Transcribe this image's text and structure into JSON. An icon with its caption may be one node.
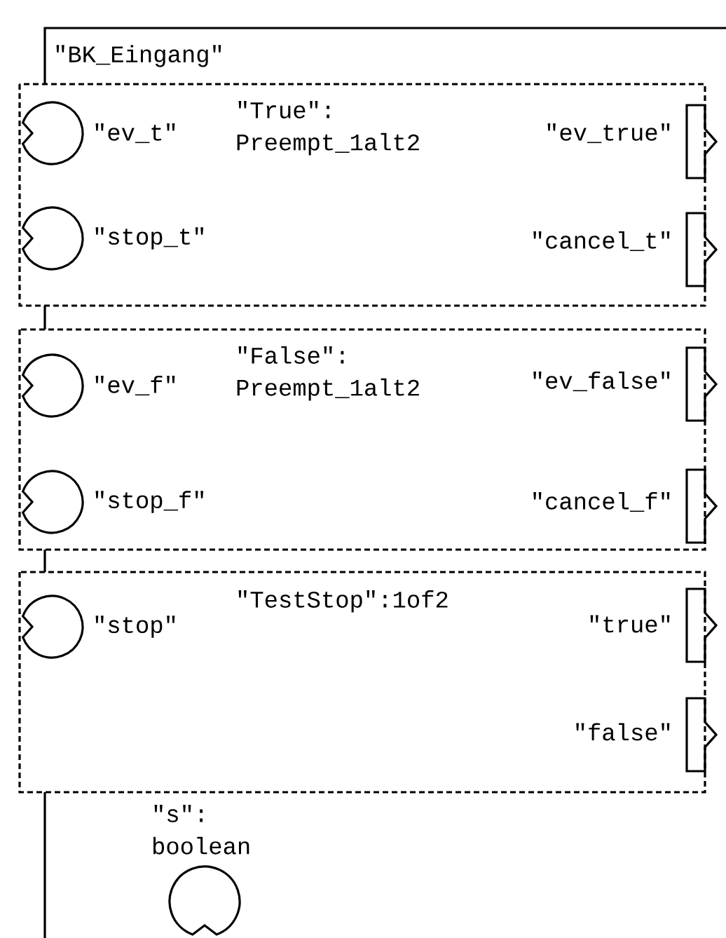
{
  "diagram": {
    "nodes": [
      {
        "text": [
          "\"BK_Eingang\""
        ]
      },
      {
        "text": [
          "\"True\": Preempt_1alt2"
        ],
        "in": 0
      },
      {
        "text": [],
        "shape": "circle",
        "beside": [
          "\"ev_t\""
        ],
        "in": 1
      },
      {
        "text": [],
        "shape": "bracket",
        "beside": [
          "\"ev_true\""
        ],
        "in": 1
      },
      {
        "text": [],
        "shape": "circle",
        "beside": [
          "\"stop_t\""
        ],
        "in": 1
      },
      {
        "text": [],
        "shape": "bracket",
        "beside": [
          "\"cancel_t\""
        ],
        "in": 1
      },
      {
        "text": [
          "\"False\": Preempt_1alt2"
        ],
        "in": 0
      },
      {
        "text": [],
        "shape": "circle",
        "beside": [
          "\"ev_f\""
        ],
        "in": 6
      },
      {
        "text": [],
        "shape": "bracket",
        "beside": [
          "\"ev_false\""
        ],
        "in": 6
      },
      {
        "text": [],
        "shape": "circle",
        "beside": [
          "\"stop_f\""
        ],
        "in": 6
      },
      {
        "text": [],
        "shape": "bracket",
        "beside": [
          "\"cancel_f\""
        ],
        "in": 6
      },
      {
        "text": [
          "\"TestStop\":1of2"
        ],
        "in": 0
      },
      {
        "text": [],
        "shape": "circle",
        "beside": [
          "\"stop\""
        ],
        "in": 11
      },
      {
        "text": [],
        "shape": "bracket",
        "beside": [
          "\"true\""
        ],
        "in": 11
      },
      {
        "text": [],
        "shape": "bracket",
        "beside": [
          "\"false\""
        ],
        "in": 11
      },
      {
        "text": [],
        "shape": "circle",
        "beside": [
          "\"s\": boolean"
        ],
        "in": 0
      }
    ]
  }
}
